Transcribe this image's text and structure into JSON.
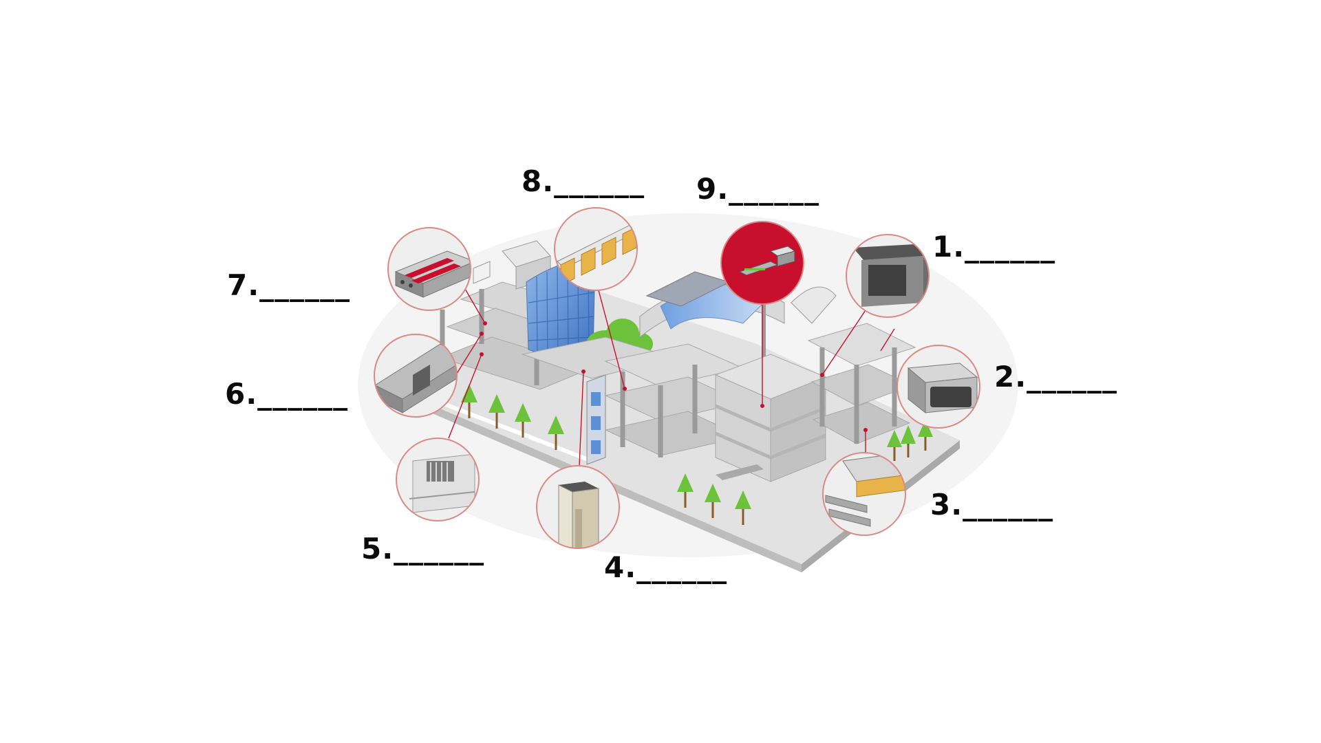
{
  "labels": [
    {
      "id": "1",
      "text": "1.______"
    },
    {
      "id": "2",
      "text": "2.______"
    },
    {
      "id": "3",
      "text": "3.______"
    },
    {
      "id": "4",
      "text": "4.______"
    },
    {
      "id": "5",
      "text": "5.______"
    },
    {
      "id": "6",
      "text": "6.______"
    },
    {
      "id": "7",
      "text": "7.______"
    },
    {
      "id": "8",
      "text": "8.______"
    },
    {
      "id": "9",
      "text": "9.______"
    }
  ],
  "colors": {
    "callout_ring": "#d98a86",
    "concrete_light": "#e6e6e6",
    "concrete_mid": "#c9c9c9",
    "concrete_dark": "#9a9a9a",
    "glass": "#5b8fd6",
    "tree": "#6cc23a",
    "accent_red": "#c8102e",
    "insulation": "#e8b44a"
  }
}
